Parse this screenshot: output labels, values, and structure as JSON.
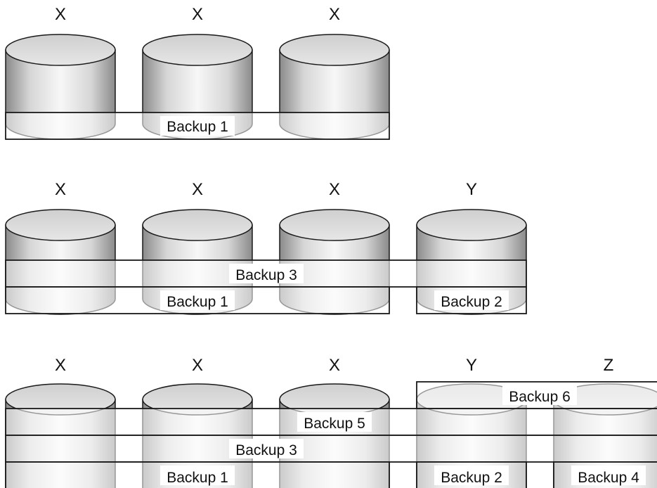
{
  "rows": [
    {
      "columns": [
        "X",
        "X",
        "X"
      ],
      "backups": [
        {
          "label": "Backup 1"
        }
      ]
    },
    {
      "columns": [
        "X",
        "X",
        "X",
        "Y"
      ],
      "backups": [
        {
          "label": "Backup 3"
        },
        {
          "label": "Backup 1"
        },
        {
          "label": "Backup 2"
        }
      ]
    },
    {
      "columns": [
        "X",
        "X",
        "X",
        "Y",
        "Z"
      ],
      "backups": [
        {
          "label": "Backup 6"
        },
        {
          "label": "Backup 5"
        },
        {
          "label": "Backup 3"
        },
        {
          "label": "Backup 1"
        },
        {
          "label": "Backup 2"
        },
        {
          "label": "Backup 4"
        }
      ]
    }
  ],
  "colors": {
    "cylinder_dark": "#8c8c8c",
    "cylinder_light": "#f4f4f4",
    "cylinder_top": "#d8d8d8",
    "band_overlay": "#ffffff",
    "stroke": "#1a1a1a"
  }
}
